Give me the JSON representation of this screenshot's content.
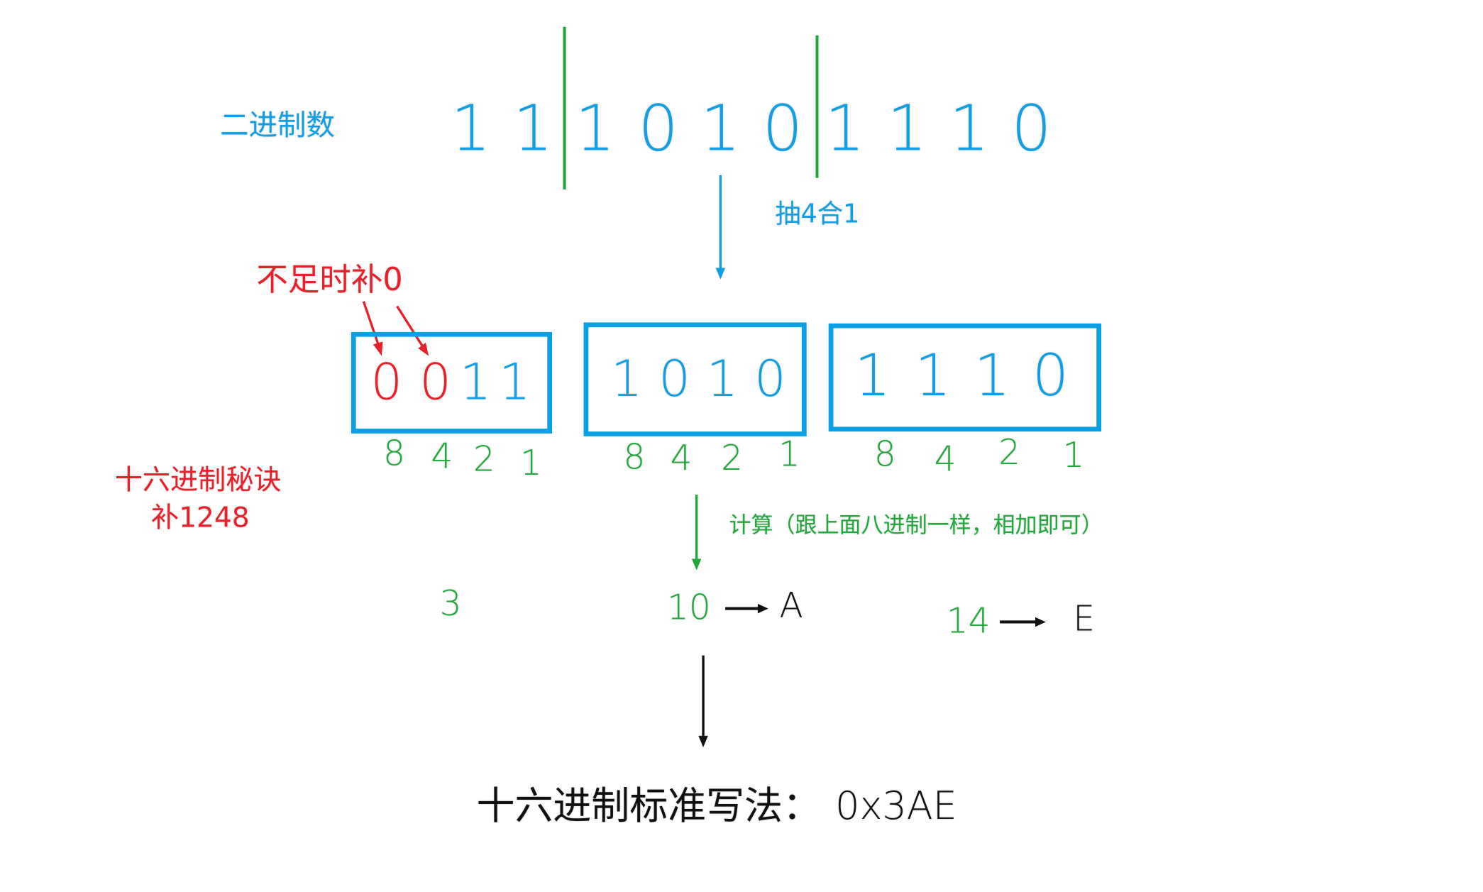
{
  "binary_label": "二进制数",
  "binary_digits": [
    "1",
    "1",
    "1",
    "0",
    "1",
    "0",
    "1",
    "1",
    "1",
    "0"
  ],
  "group_label": "抽4合1",
  "pad_note": "不足时补0",
  "groups": [
    {
      "bits": [
        "0",
        "0",
        "1",
        "1"
      ],
      "weights": [
        "8",
        "4",
        "2",
        "1"
      ],
      "value": "3"
    },
    {
      "bits": [
        "1",
        "0",
        "1",
        "0"
      ],
      "weights": [
        "8",
        "4",
        "2",
        "1"
      ],
      "value": "10",
      "hex": "A"
    },
    {
      "bits": [
        "1",
        "1",
        "1",
        "0"
      ],
      "weights": [
        "8",
        "4",
        "2",
        "1"
      ],
      "value": "14",
      "hex": "E"
    }
  ],
  "secret_title": "十六进制秘诀",
  "secret_body": "补1248",
  "calc_note": "计算（跟上面八进制一样，相加即可）",
  "result_label": "十六进制标准写法：",
  "result_value": "0x3AE",
  "colors": {
    "blue": "#139de2",
    "green": "#22a83a",
    "red": "#e6212b"
  }
}
